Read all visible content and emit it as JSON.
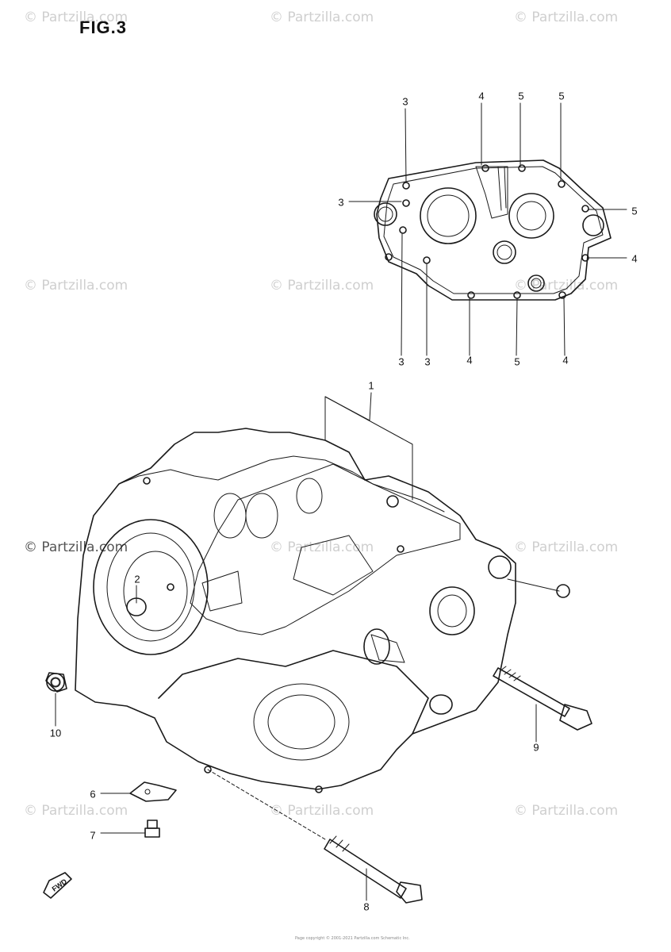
{
  "figure": {
    "title": "FIG.3"
  },
  "watermark": {
    "text": "© Partzilla.com"
  },
  "callouts": {
    "c1": "1",
    "c2": "2",
    "g3a": "3",
    "g3b": "3",
    "g3c": "3",
    "g3d": "3",
    "g4a": "4",
    "g4b": "4",
    "g4c": "4",
    "g4d": "4",
    "g5a": "5",
    "g5b": "5",
    "g5c": "5",
    "g5d": "5",
    "c6": "6",
    "c7": "7",
    "c8": "8",
    "c9": "9",
    "c10": "10"
  },
  "fwd_mark": {
    "text": "FWD"
  },
  "footer": {
    "text": "Page copyright © 2001-2021 Partzilla.com Schematic Inc."
  }
}
